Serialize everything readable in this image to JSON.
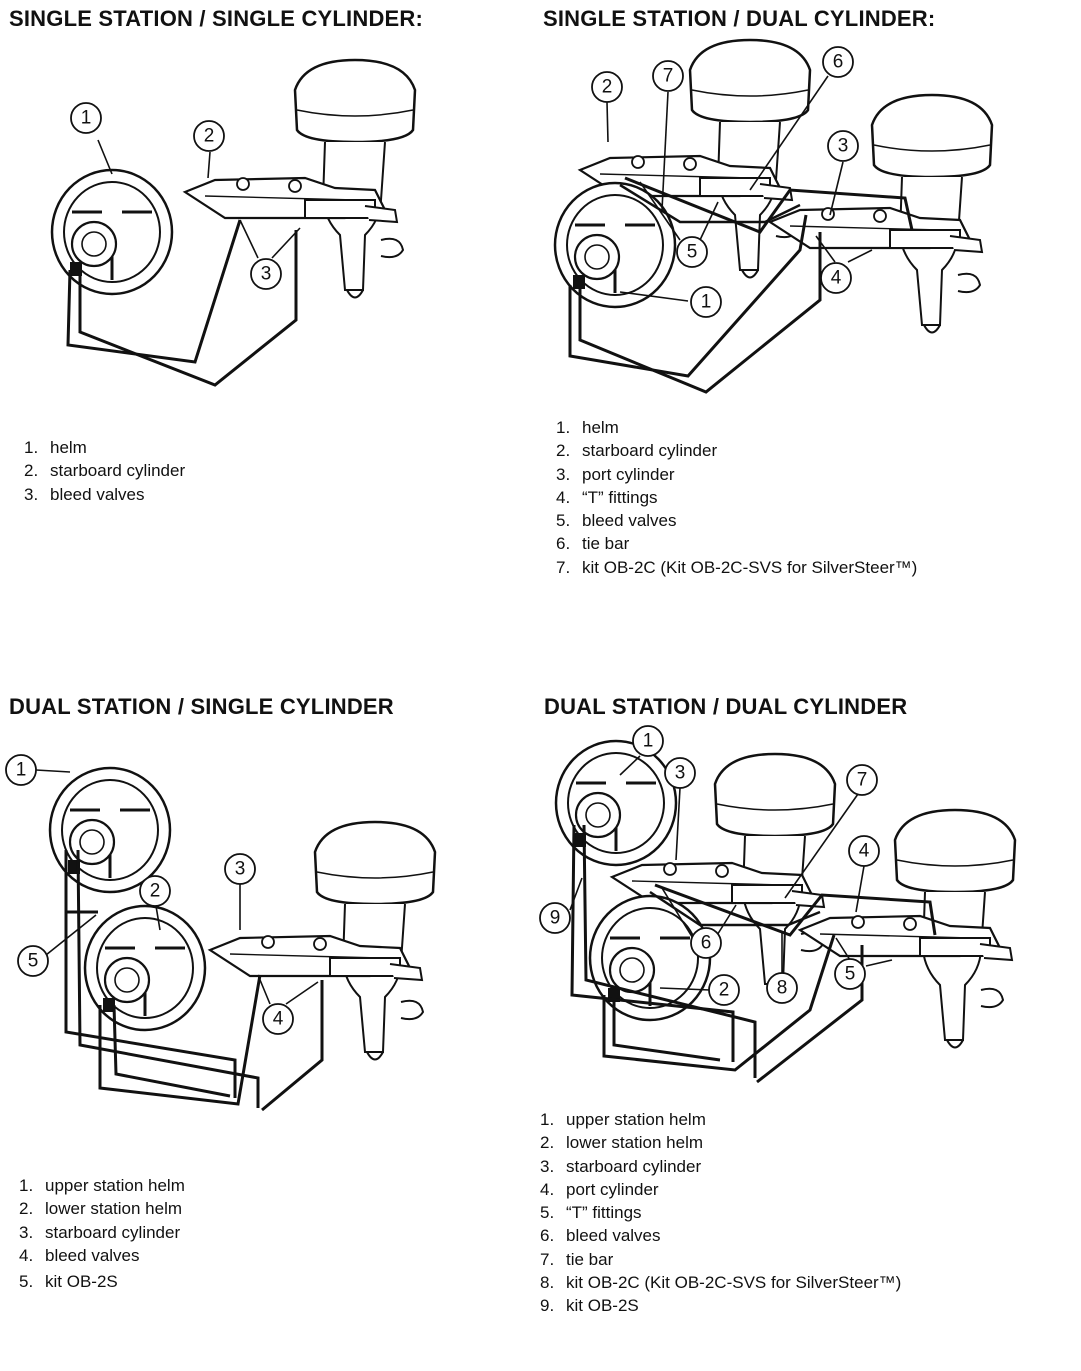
{
  "panels": [
    {
      "title": "SINGLE STATION / SINGLE CYLINDER:",
      "legend": [
        {
          "num": "1.",
          "text": "helm"
        },
        {
          "num": "2.",
          "text": "starboard cylinder"
        },
        {
          "num": "3.",
          "text": "bleed valves"
        }
      ],
      "callouts": [
        "1",
        "2",
        "3"
      ]
    },
    {
      "title": "SINGLE STATION / DUAL CYLINDER:",
      "legend": [
        {
          "num": "1.",
          "text": "helm"
        },
        {
          "num": "2.",
          "text": "starboard cylinder"
        },
        {
          "num": "3.",
          "text": "port cylinder"
        },
        {
          "num": "4.",
          "text": "“T” fittings"
        },
        {
          "num": "5.",
          "text": "bleed valves"
        },
        {
          "num": "6.",
          "text": "tie bar"
        },
        {
          "num": "7.",
          "text": "kit OB-2C (Kit OB-2C-SVS for SilverSteer™)"
        }
      ],
      "callouts": [
        "2",
        "7",
        "6",
        "3",
        "5",
        "4",
        "1"
      ]
    },
    {
      "title": "DUAL STATION / SINGLE CYLINDER",
      "legend": [
        {
          "num": "1.",
          "text": "upper station helm"
        },
        {
          "num": "2.",
          "text": "lower station helm"
        },
        {
          "num": "3.",
          "text": "starboard cylinder"
        },
        {
          "num": "4.",
          "text": "bleed valves"
        },
        {
          "num": "5.",
          "text": "kit OB-2S"
        }
      ],
      "callouts": [
        "1",
        "2",
        "3",
        "5",
        "4"
      ]
    },
    {
      "title": "DUAL STATION / DUAL CYLINDER",
      "legend": [
        {
          "num": "1.",
          "text": "upper station helm"
        },
        {
          "num": "2.",
          "text": "lower station helm"
        },
        {
          "num": "3.",
          "text": "starboard cylinder"
        },
        {
          "num": "4.",
          "text": "port cylinder"
        },
        {
          "num": "5.",
          "text": "“T” fittings"
        },
        {
          "num": "6.",
          "text": "bleed valves"
        },
        {
          "num": "7.",
          "text": "tie bar"
        },
        {
          "num": "8.",
          "text": "kit OB-2C (Kit OB-2C-SVS for SilverSteer™)"
        },
        {
          "num": "9.",
          "text": "kit OB-2S"
        }
      ],
      "callouts": [
        "1",
        "3",
        "7",
        "4",
        "9",
        "6",
        "8",
        "5",
        "2"
      ]
    }
  ]
}
